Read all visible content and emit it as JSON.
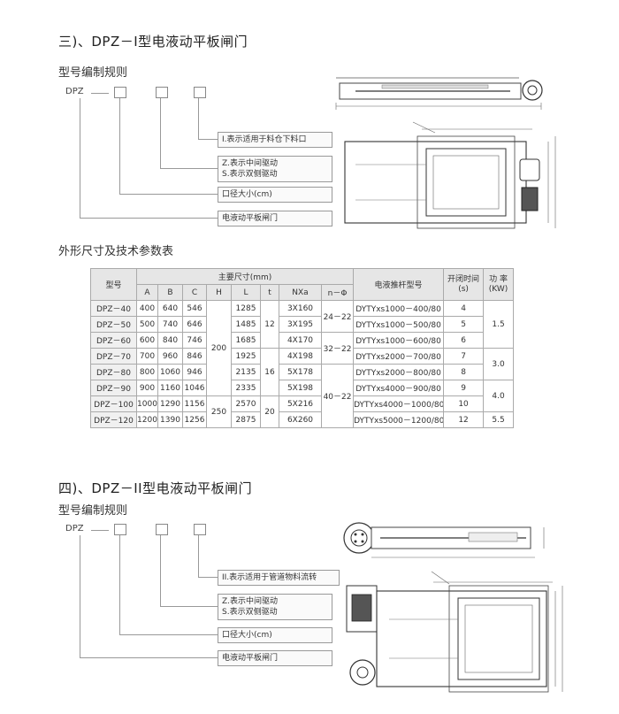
{
  "section1": {
    "title": "三)、DPZ－I型电液动平板闸门",
    "rule_title": "型号编制规则",
    "prefix": "DPZ",
    "labels": [
      "I.表示适用于料仓下料口",
      "Z.表示中间驱动",
      "S.表示双侧驱动",
      "口径大小(cm)",
      "电液动平板闸门"
    ]
  },
  "table_title": "外形尺寸及技术参数表",
  "table": {
    "header_model": "型号",
    "header_main": "主要尺寸(mm)",
    "header_cols": [
      "A",
      "B",
      "C",
      "H",
      "L",
      "t",
      "NXa",
      "n－Φ"
    ],
    "header_pusher": "电液推杆型号",
    "header_time": "开闭时间(s)",
    "header_power": "功 率(KW)",
    "models": [
      "DPZ－40",
      "DPZ－50",
      "DPZ－60",
      "DPZ－70",
      "DPZ－80",
      "DPZ－90",
      "DPZ－100",
      "DPZ－120"
    ],
    "A": [
      "400",
      "500",
      "600",
      "700",
      "800",
      "900",
      "1000",
      "1200"
    ],
    "B": [
      "640",
      "740",
      "840",
      "960",
      "1060",
      "1160",
      "1290",
      "1390"
    ],
    "C": [
      "546",
      "646",
      "746",
      "846",
      "946",
      "1046",
      "1156",
      "1256"
    ],
    "H": [
      "200",
      "250"
    ],
    "L": [
      "1285",
      "1485",
      "1685",
      "1925",
      "2135",
      "2335",
      "2570",
      "2875"
    ],
    "t": [
      "12",
      "16",
      "20"
    ],
    "NXa": [
      "3X160",
      "3X195",
      "4X170",
      "4X198",
      "5X178",
      "5X198",
      "5X216",
      "6X260"
    ],
    "nphi": [
      "24－22",
      "32－22",
      "40－22"
    ],
    "pusher": [
      "DYTYxs1000－400/80",
      "DYTYxs1000－500/80",
      "DYTYxs1000－600/80",
      "DYTYxs2000－700/80",
      "DYTYxs2000－800/80",
      "DYTYxs4000－900/80",
      "DYTYxs4000－1000/80",
      "DYTYxs5000－1200/80"
    ],
    "time": [
      "4",
      "5",
      "6",
      "7",
      "8",
      "9",
      "10",
      "12"
    ],
    "power": [
      "1.5",
      "3.0",
      "4.0",
      "5.5"
    ]
  },
  "section2": {
    "title": "四)、DPZ－II型电液动平板闸门",
    "rule_title": "型号编制规则",
    "prefix": "DPZ",
    "labels": [
      "II.表示适用于管道物料流转",
      "Z.表示中间驱动",
      "S.表示双侧驱动",
      "口径大小(cm)",
      "电液动平板闸门"
    ]
  }
}
